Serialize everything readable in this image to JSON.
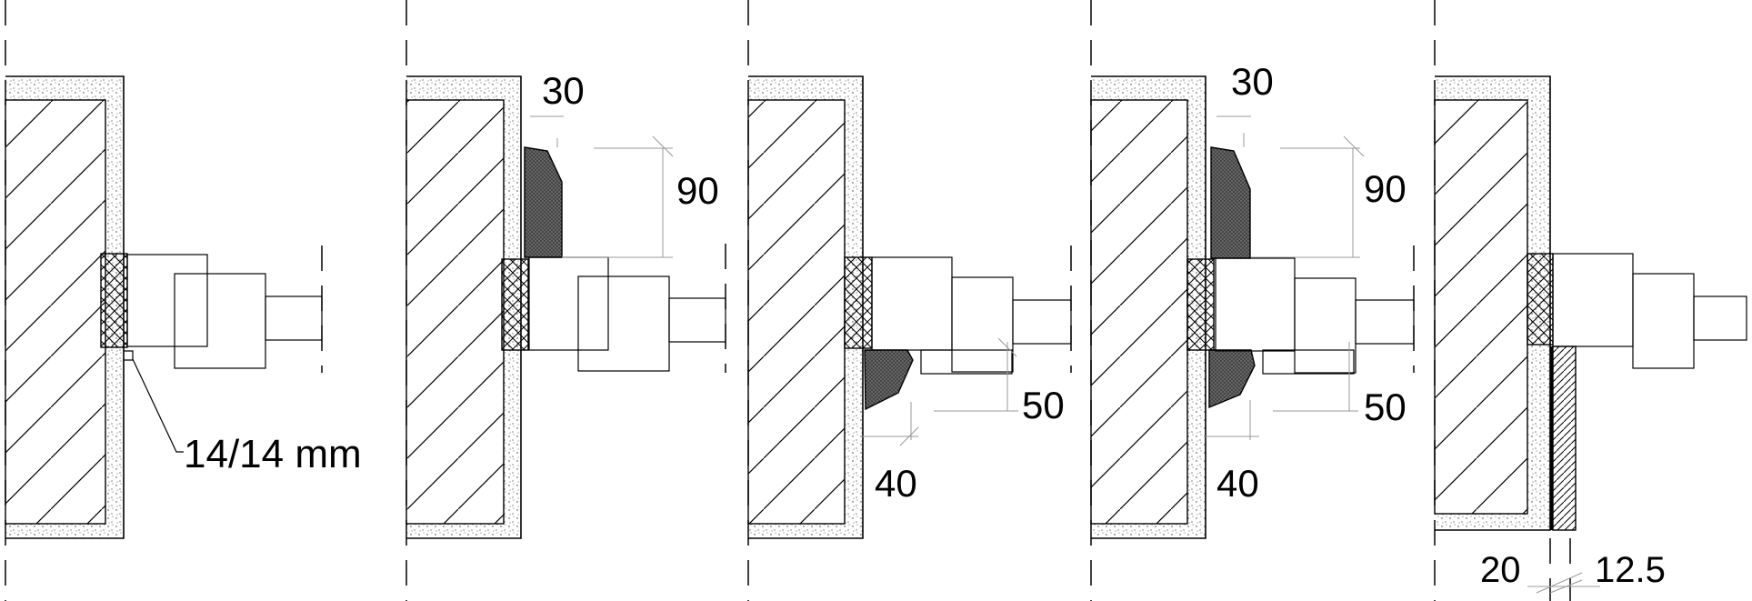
{
  "dimensions": {
    "panel1_gap": "14/14 mm",
    "panel2_top_offset": "30",
    "panel2_height": "90",
    "panel3_bottom_offset": "40",
    "panel3_height": "50",
    "panel4_top_offset": "30",
    "panel4_height_top": "90",
    "panel4_bottom_offset": "40",
    "panel4_height_bottom": "50",
    "panel5_left": "20",
    "panel5_right": "12.5"
  },
  "colors": {
    "line": "#000000",
    "dimension_line": "#999999",
    "seal_fill": "#555555"
  }
}
